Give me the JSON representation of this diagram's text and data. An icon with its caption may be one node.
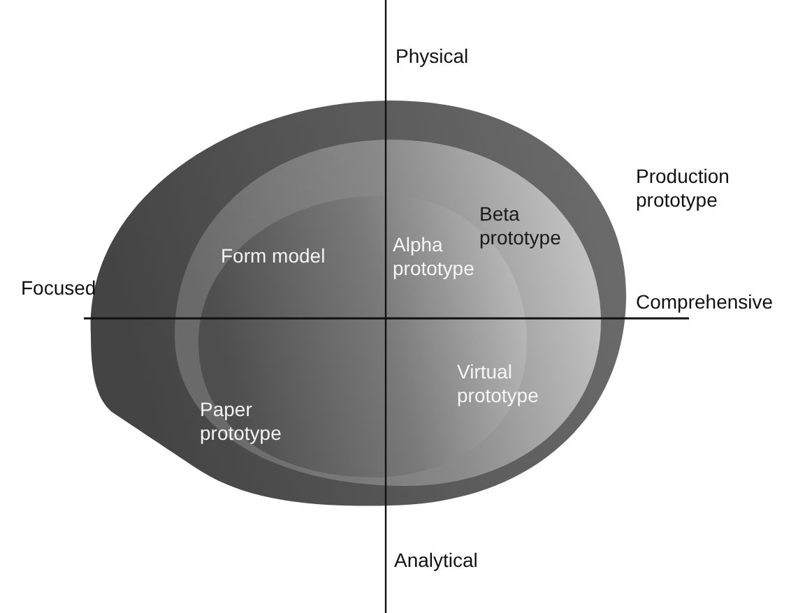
{
  "diagram": {
    "nodes": [
      {
        "text": [
          "Production prototype"
        ]
      },
      {
        "text": [
          "Beta prototype"
        ],
        "in": 0
      },
      {
        "text": [
          "Form model",
          "Alpha prototype",
          "Virtual prototype",
          "Paper prototype"
        ],
        "in": 1
      }
    ],
    "labels": [
      "Physical",
      "Focused",
      "Comprehensive",
      "Analytical"
    ]
  }
}
